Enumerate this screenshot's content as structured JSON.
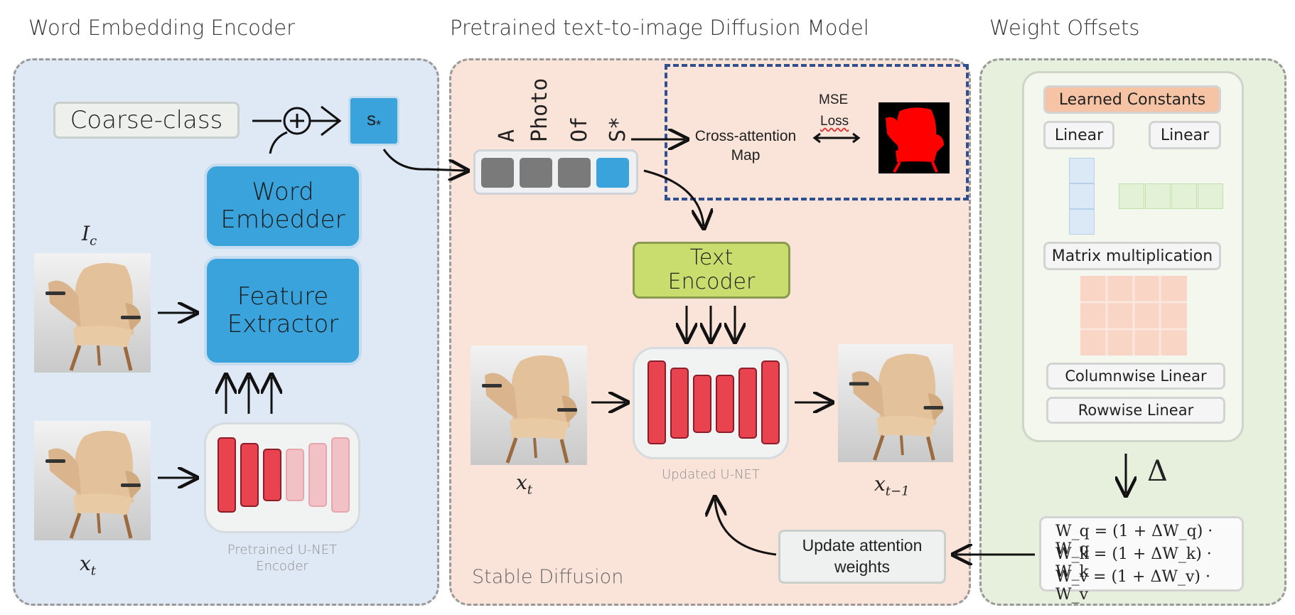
{
  "sections": {
    "word_embedding_title": "Word Embedding Encoder",
    "diffusion_title": "Pretrained text-to-image Diffusion Model",
    "weight_offsets_title": "Weight Offsets"
  },
  "encoder": {
    "coarse_class": "Coarse-class",
    "plus": "+",
    "token": "s",
    "token_sub": "*",
    "word_embedder": "Word\nEmbedder",
    "feature_extractor": "Feature\nExtractor",
    "ic_label": "I",
    "ic_sub": "c",
    "xt_label": "x",
    "xt_sub": "t",
    "pretrained_unet": "Pretrained U-NET\nEncoder"
  },
  "diffusion": {
    "prompt_words": [
      "A",
      "Photo",
      "Of",
      "S*"
    ],
    "cross_attention": "Cross-attention\nMap",
    "mse": "MSE",
    "loss": "Loss",
    "text_encoder": "Text\nEncoder",
    "xt_label": "x",
    "xt_sub": "t",
    "xt1_label": "x",
    "xt1_sub": "t−1",
    "updated_unet": "Updated U-NET",
    "update_attention": "Update attention\nweights",
    "stable_diffusion": "Stable Diffusion"
  },
  "weights": {
    "learned_constants": "Learned Constants",
    "linear_left": "Linear",
    "linear_right": "Linear",
    "matrix_mult": "Matrix multiplication",
    "columnwise": "Columnwise Linear",
    "rowwise": "Rowwise Linear",
    "delta": "Δ",
    "eq_q": "W_q = (1 + ΔW_q) · W_q",
    "eq_k": "W_k = (1 + ΔW_k) · W_k",
    "eq_v": "W_v = (1 + ΔW_v) · W_v"
  },
  "colors": {
    "blue_box": "#3aa3dc",
    "unet_red": "#e8434f",
    "text_encoder": "#c8dd6e",
    "learned_constants": "#f6c4a5",
    "mask_red": "#ff0000"
  }
}
